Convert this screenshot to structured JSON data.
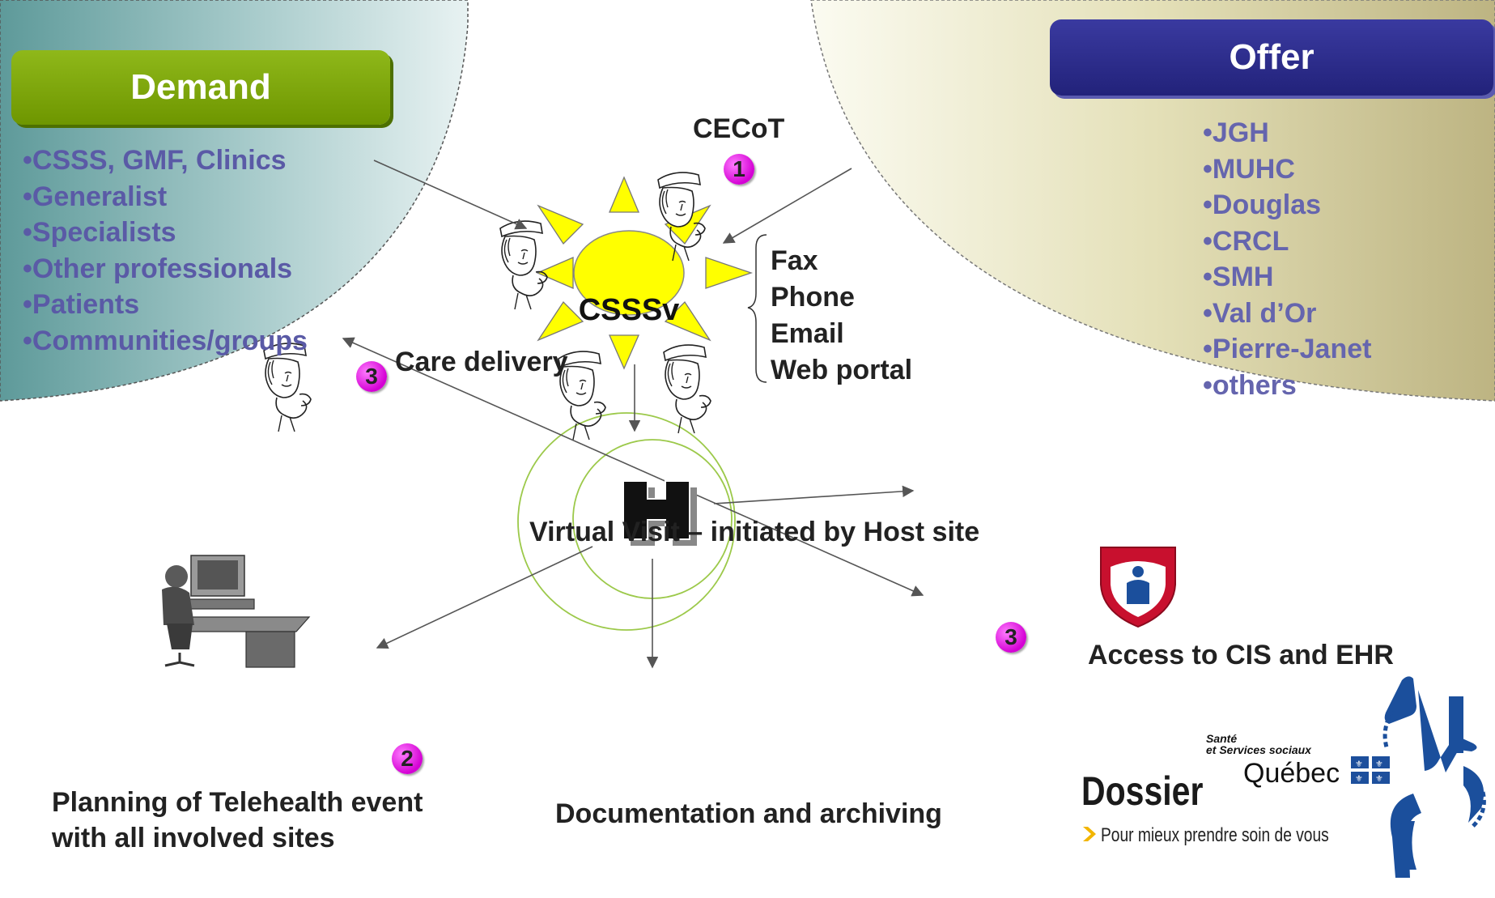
{
  "colors": {
    "demand_title_bg": "#7ea400",
    "offer_title_bg": "#2c2c8c",
    "list_text": "#5a5aa6",
    "sun_fill": "#ffff00",
    "badge": "#e600e6"
  },
  "demand": {
    "title": "Demand",
    "items": [
      "•CSSS, GMF, Clinics",
      "•Generalist",
      "•Specialists",
      "•Other professionals",
      "•Patients",
      "•Communities/groups"
    ]
  },
  "offer": {
    "title": "Offer",
    "items": [
      "•JGH",
      "•MUHC",
      "•Douglas",
      "•CRCL",
      "•SMH",
      "•Val d’Or",
      "•Pierre-Janet",
      "•others"
    ]
  },
  "hub": {
    "top_label": "CECoT",
    "center_label": "CSSSv",
    "channels": [
      "Fax",
      "Phone",
      "Email",
      "Web portal"
    ]
  },
  "badges": {
    "one": "1",
    "two": "2",
    "three": "3"
  },
  "labels": {
    "care_delivery": "Care delivery",
    "virtual_visit": "Virtual Visit – initiated by Host site",
    "hospital_letter": "H",
    "access": "Access to CIS and EHR",
    "planning_line1": "Planning of Telehealth event",
    "planning_line2": "with all involved sites",
    "documentation": "Documentation and archiving"
  },
  "logo": {
    "sante": "Santé",
    "services": "et Services sociaux",
    "quebec": "Québec",
    "dossier": "Dossier",
    "tagline": "Pour mieux prendre soin de vous"
  },
  "icons": [
    "nurse-icon",
    "hospital-h-icon",
    "computer-user-icon",
    "shield-logo-icon",
    "quebec-flag-icon",
    "dossier-arrows-icon"
  ]
}
